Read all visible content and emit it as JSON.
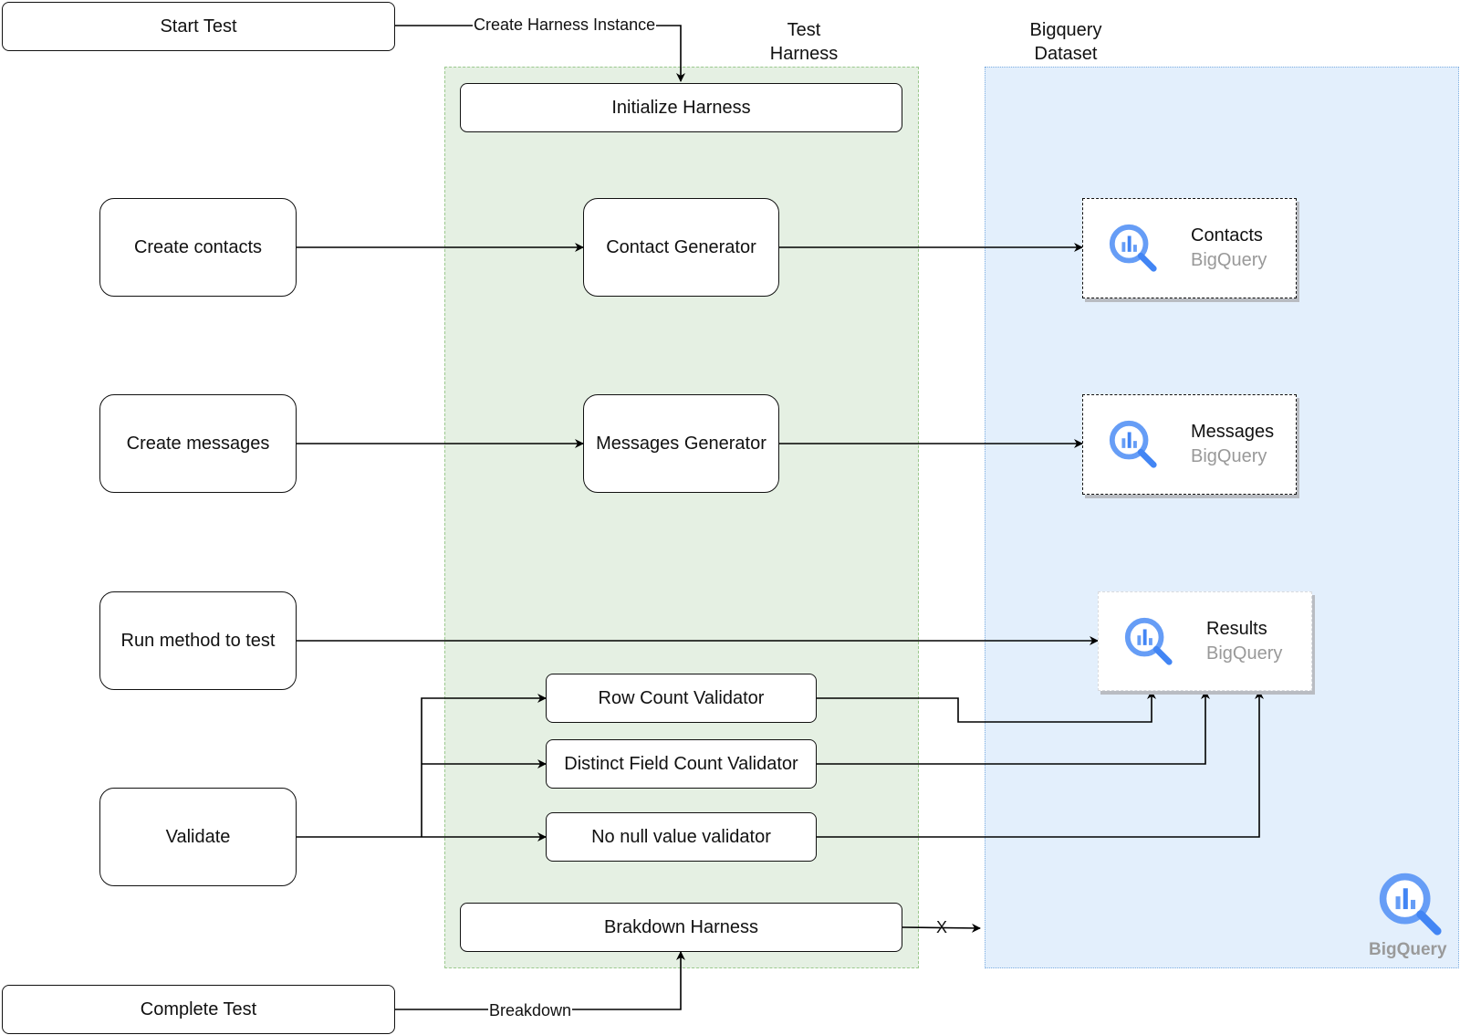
{
  "regions": {
    "harness_label": "Test\nHarness",
    "dataset_label": "Bigquery\nDataset"
  },
  "steps": {
    "start_test": "Start Test",
    "create_contacts": "Create contacts",
    "create_messages": "Create messages",
    "run_method": "Run method to test",
    "validate": "Validate",
    "complete_test": "Complete Test"
  },
  "harness": {
    "initialize": "Initialize Harness",
    "contact_generator": "Contact Generator",
    "messages_generator": "Messages Generator",
    "row_count_validator": "Row Count Validator",
    "distinct_field_count_validator": "Distinct Field Count Validator",
    "no_null_validator": "No null value validator",
    "breakdown": "Brakdown Harness"
  },
  "bigquery": {
    "contacts": {
      "name": "Contacts",
      "service": "BigQuery"
    },
    "messages": {
      "name": "Messages",
      "service": "BigQuery"
    },
    "results": {
      "name": "Results",
      "service": "BigQuery"
    },
    "region_logo_label": "BigQuery"
  },
  "edges": {
    "create_instance": "Create Harness Instance",
    "breakdown": "Breakdown",
    "x_mark": "X"
  },
  "icons": {
    "bigquery": "bigquery-icon"
  },
  "colors": {
    "harness_fill": "#e5f0e3",
    "harness_border": "#9cc98e",
    "dataset_fill": "#e3effc",
    "dataset_border": "#7eaee0",
    "bq_blue_light": "#669df6",
    "bq_blue_dark": "#4285f4",
    "bq_label_gray": "#9a9a9a"
  }
}
